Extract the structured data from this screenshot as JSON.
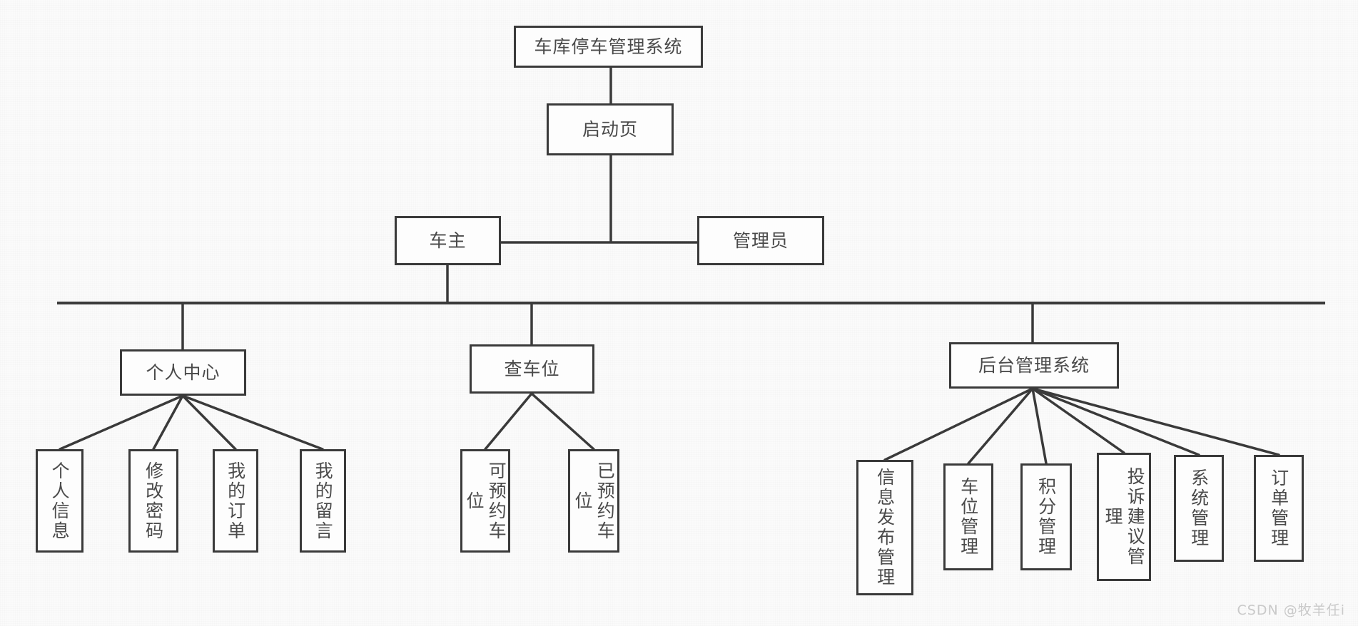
{
  "diagram": {
    "title": "车库停车管理系统",
    "type": "tree",
    "watermark": "CSDN @牧羊任i",
    "colors": {
      "background": "#fbfbfb",
      "node_fill": "#fdfdfd",
      "node_border": "#3a3a3a",
      "edge": "#3a3a3a",
      "text": "#4a4a4a",
      "watermark": "#c9c9c9"
    },
    "nodes": {
      "root": {
        "label": "车库停车管理系统",
        "orientation": "horizontal"
      },
      "splash": {
        "label": "启动页",
        "orientation": "horizontal"
      },
      "owner": {
        "label": "车主",
        "orientation": "horizontal"
      },
      "admin": {
        "label": "管理员",
        "orientation": "horizontal"
      },
      "personal_center": {
        "label": "个人中心",
        "orientation": "horizontal"
      },
      "check_spot": {
        "label": "查车位",
        "orientation": "horizontal"
      },
      "backend_system": {
        "label": "后台管理系统",
        "orientation": "horizontal"
      },
      "personal_info": {
        "label": "个人信息",
        "orientation": "vertical"
      },
      "change_password": {
        "label": "修改密码",
        "orientation": "vertical"
      },
      "my_orders": {
        "label": "我的订单",
        "orientation": "vertical"
      },
      "my_messages": {
        "label": "我的留言",
        "orientation": "vertical"
      },
      "available_spot": {
        "label": "可预约车位",
        "orientation": "vertical"
      },
      "reserved_spot": {
        "label": "已预约车位",
        "orientation": "vertical"
      },
      "info_publish_mgmt": {
        "label": "信息发布管理",
        "orientation": "vertical"
      },
      "spot_mgmt": {
        "label": "车位管理",
        "orientation": "vertical"
      },
      "points_mgmt": {
        "label": "积分管理",
        "orientation": "vertical"
      },
      "complaint_mgmt": {
        "label": "投诉建议管理",
        "orientation": "vertical"
      },
      "system_mgmt": {
        "label": "系统管理",
        "orientation": "vertical"
      },
      "order_mgmt": {
        "label": "订单管理",
        "orientation": "vertical"
      }
    }
  }
}
